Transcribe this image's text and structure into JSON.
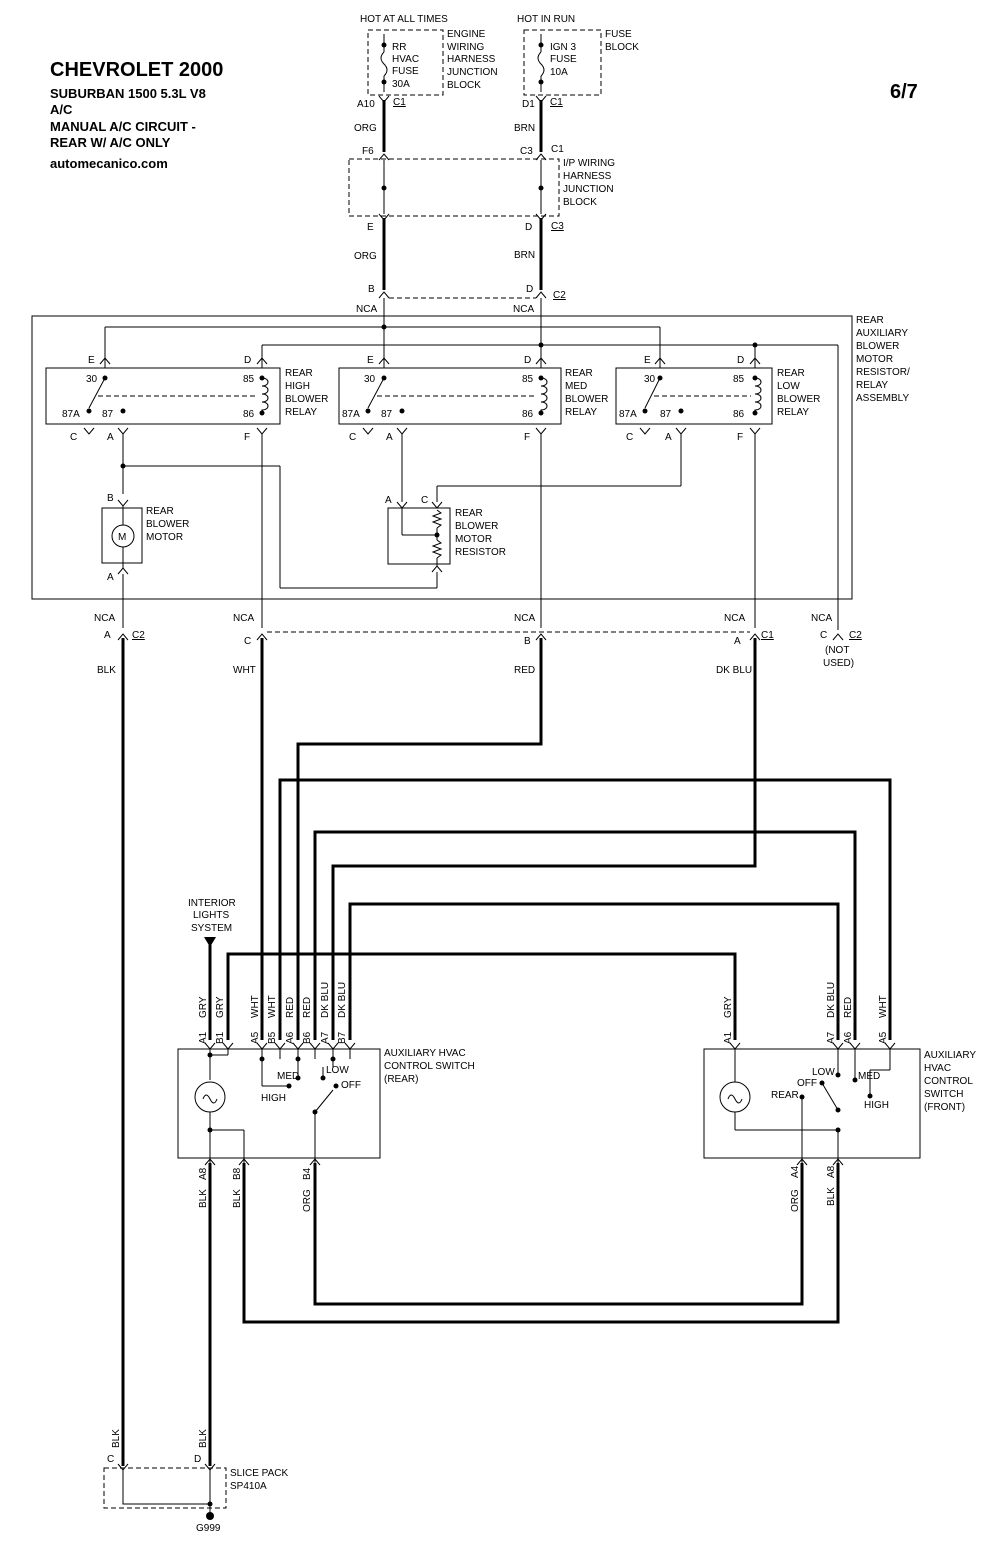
{
  "header": {
    "title": "CHEVROLET 2000",
    "lines": [
      "SUBURBAN 1500  5.3L  V8",
      "A/C",
      "MANUAL A/C CIRCUIT  -",
      "REAR W/ A/C ONLY",
      "automecanico.com"
    ],
    "page": "6/7"
  },
  "power": {
    "hot_at_all_times": "HOT AT ALL TIMES",
    "hot_in_run": "HOT IN RUN",
    "fuse1": [
      "RR",
      "HVAC",
      "FUSE",
      "30A"
    ],
    "fuse2": [
      "IGN 3",
      "FUSE",
      "10A"
    ],
    "engine_block": [
      "ENGINE",
      "WIRING",
      "HARNESS",
      "JUNCTION",
      "BLOCK"
    ],
    "fuse_block": [
      "FUSE",
      "BLOCK"
    ],
    "ip_block": [
      "I/P WIRING",
      "HARNESS",
      "JUNCTION",
      "BLOCK"
    ]
  },
  "pins": {
    "a10": "A10",
    "d1": "D1",
    "f6": "F6",
    "c3": "C3",
    "e": "E",
    "d": "D",
    "b": "B",
    "conn_c1": "C1",
    "conn_c2": "C2",
    "conn_c3": "C3",
    "nca": "NCA"
  },
  "wires": {
    "org": "ORG",
    "brn": "BRN",
    "blk": "BLK",
    "wht": "WHT",
    "red": "RED",
    "dkblu": "DK BLU",
    "gry": "GRY"
  },
  "assembly": {
    "label": [
      "REAR",
      "AUXILIARY",
      "BLOWER",
      "MOTOR",
      "RESISTOR/",
      "RELAY",
      "ASSEMBLY"
    ],
    "relay_high": [
      "REAR",
      "HIGH",
      "BLOWER",
      "RELAY"
    ],
    "relay_med": [
      "REAR",
      "MED",
      "BLOWER",
      "RELAY"
    ],
    "relay_low": [
      "REAR",
      "LOW",
      "BLOWER",
      "RELAY"
    ],
    "motor": [
      "REAR",
      "BLOWER",
      "MOTOR"
    ],
    "motor_symbol": "M",
    "resistor": [
      "REAR",
      "BLOWER",
      "MOTOR",
      "RESISTOR"
    ],
    "relay_pins": {
      "p30": "30",
      "p85": "85",
      "p87a": "87A",
      "p87": "87",
      "p86": "86"
    },
    "relay_conns": {
      "e": "E",
      "d": "D",
      "c": "C",
      "a": "A",
      "f": "F"
    },
    "motor_pins": {
      "b": "B",
      "a": "A"
    },
    "resistor_pins": {
      "a": "A",
      "c": "C"
    }
  },
  "bottom_conns": {
    "a": "A",
    "c": "C",
    "b": "B",
    "a2": "A",
    "c2": "C",
    "not_used": [
      "(NOT",
      "USED)"
    ]
  },
  "interior": [
    "INTERIOR",
    "LIGHTS",
    "SYSTEM"
  ],
  "rear_switch": {
    "label": [
      "AUXILIARY HVAC",
      "CONTROL SWITCH",
      "(REAR)"
    ],
    "pins_top": [
      "A1",
      "B1",
      "A5",
      "B5",
      "A6",
      "B6",
      "A7",
      "B7"
    ],
    "pins_bottom": [
      "A8",
      "B8",
      "B4"
    ],
    "wires_top": [
      "GRY",
      "GRY",
      "WHT",
      "WHT",
      "RED",
      "RED",
      "DK BLU",
      "DK BLU"
    ],
    "wires_bottom": [
      "BLK",
      "BLK",
      "ORG"
    ],
    "positions": {
      "med": "MED",
      "low": "LOW",
      "off": "OFF",
      "high": "HIGH"
    }
  },
  "front_switch": {
    "label": [
      "AUXILIARY",
      "HVAC",
      "CONTROL",
      "SWITCH",
      "(FRONT)"
    ],
    "pins_top": [
      "A1",
      "A7",
      "A6",
      "A5"
    ],
    "pins_bottom": [
      "A4",
      "A8"
    ],
    "wires_top": [
      "GRY",
      "DK BLU",
      "RED",
      "WHT"
    ],
    "wires_bottom": [
      "ORG",
      "BLK"
    ],
    "positions": {
      "low": "LOW",
      "med": "MED",
      "off": "OFF",
      "rear": "REAR",
      "high": "HIGH"
    }
  },
  "splice": {
    "label": [
      "SLICE PACK",
      "SP410A"
    ],
    "pins": {
      "c": "C",
      "d": "D"
    },
    "ground": "G999",
    "wires": [
      "BLK",
      "BLK"
    ]
  }
}
